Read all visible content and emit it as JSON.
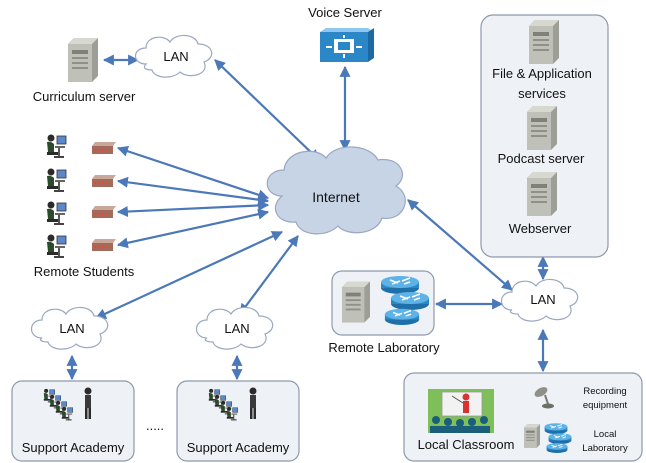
{
  "nodes": {
    "voice_server": "Voice Server",
    "curriculum_server": "Curriculum server",
    "lan": "LAN",
    "internet": "Internet",
    "remote_students": "Remote Students",
    "file_app_services_line1": "File & Application",
    "file_app_services_line2": "services",
    "podcast_server": "Podcast server",
    "webserver": "Webserver",
    "remote_laboratory": "Remote Laboratory",
    "support_academy": "Support Academy",
    "ellipsis": ".....",
    "local_classroom": "Local Classroom",
    "recording_equipment_line1": "Recording",
    "recording_equipment_line2": "equipment",
    "local_laboratory_line1": "Local",
    "local_laboratory_line2": "Laboratory"
  },
  "colors": {
    "link": "#4a78b8",
    "cloud_fill": "#ffffff",
    "cloud_stroke": "#9aa8c0",
    "internet_fill": "#c7d4e6",
    "panel_fill": "#eef1f6",
    "panel_stroke": "#8e9aab",
    "server_body": "#b8b9b0",
    "server_dark": "#7f8178",
    "router_blue": "#2b87c8"
  },
  "icons": [
    "server-icon",
    "router-icon",
    "voice-server-icon",
    "student-icon",
    "modem-icon",
    "microphone-icon",
    "classroom-icon"
  ]
}
